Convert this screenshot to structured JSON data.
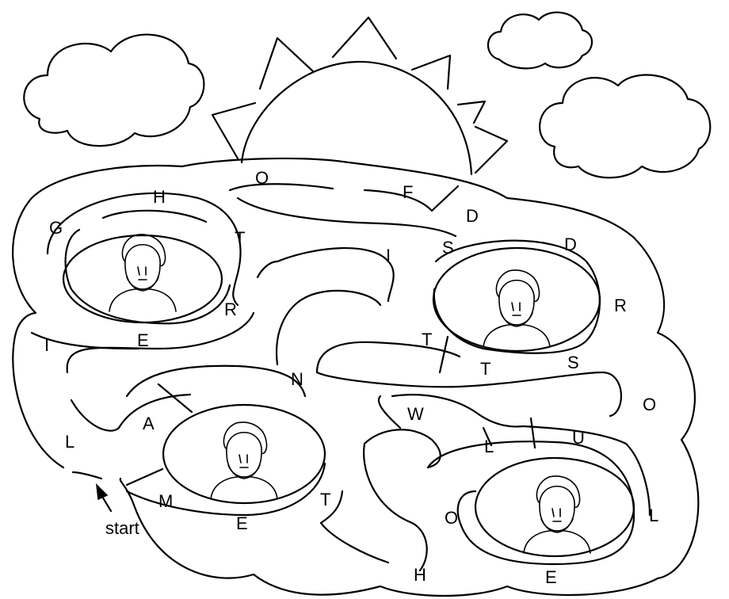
{
  "maze_letters": {
    "G": "G",
    "H": "H",
    "O_top": "O",
    "T_top": "T",
    "F": "F",
    "D_1": "D",
    "I_center": "I",
    "S_upper": "S",
    "D_2": "D",
    "R_left": "R",
    "R_right": "R",
    "I_left": "I",
    "E_left": "E",
    "T_mid": "T",
    "T_mid2": "T",
    "S_mid": "S",
    "N": "N",
    "A": "A",
    "W": "W",
    "O_right": "O",
    "L_left": "L",
    "U": "U",
    "L_mid": "L",
    "M": "M",
    "T_low": "T",
    "O_low": "O",
    "L_right": "L",
    "E_low": "E",
    "H_bottom": "H",
    "E_bottom": "E"
  },
  "start_label": "start",
  "colors": {
    "ink": "#000000",
    "paper": "#ffffff"
  },
  "icons": [
    "sun-icon",
    "cloud-icon",
    "person-portrait-icon",
    "start-arrow-icon"
  ]
}
